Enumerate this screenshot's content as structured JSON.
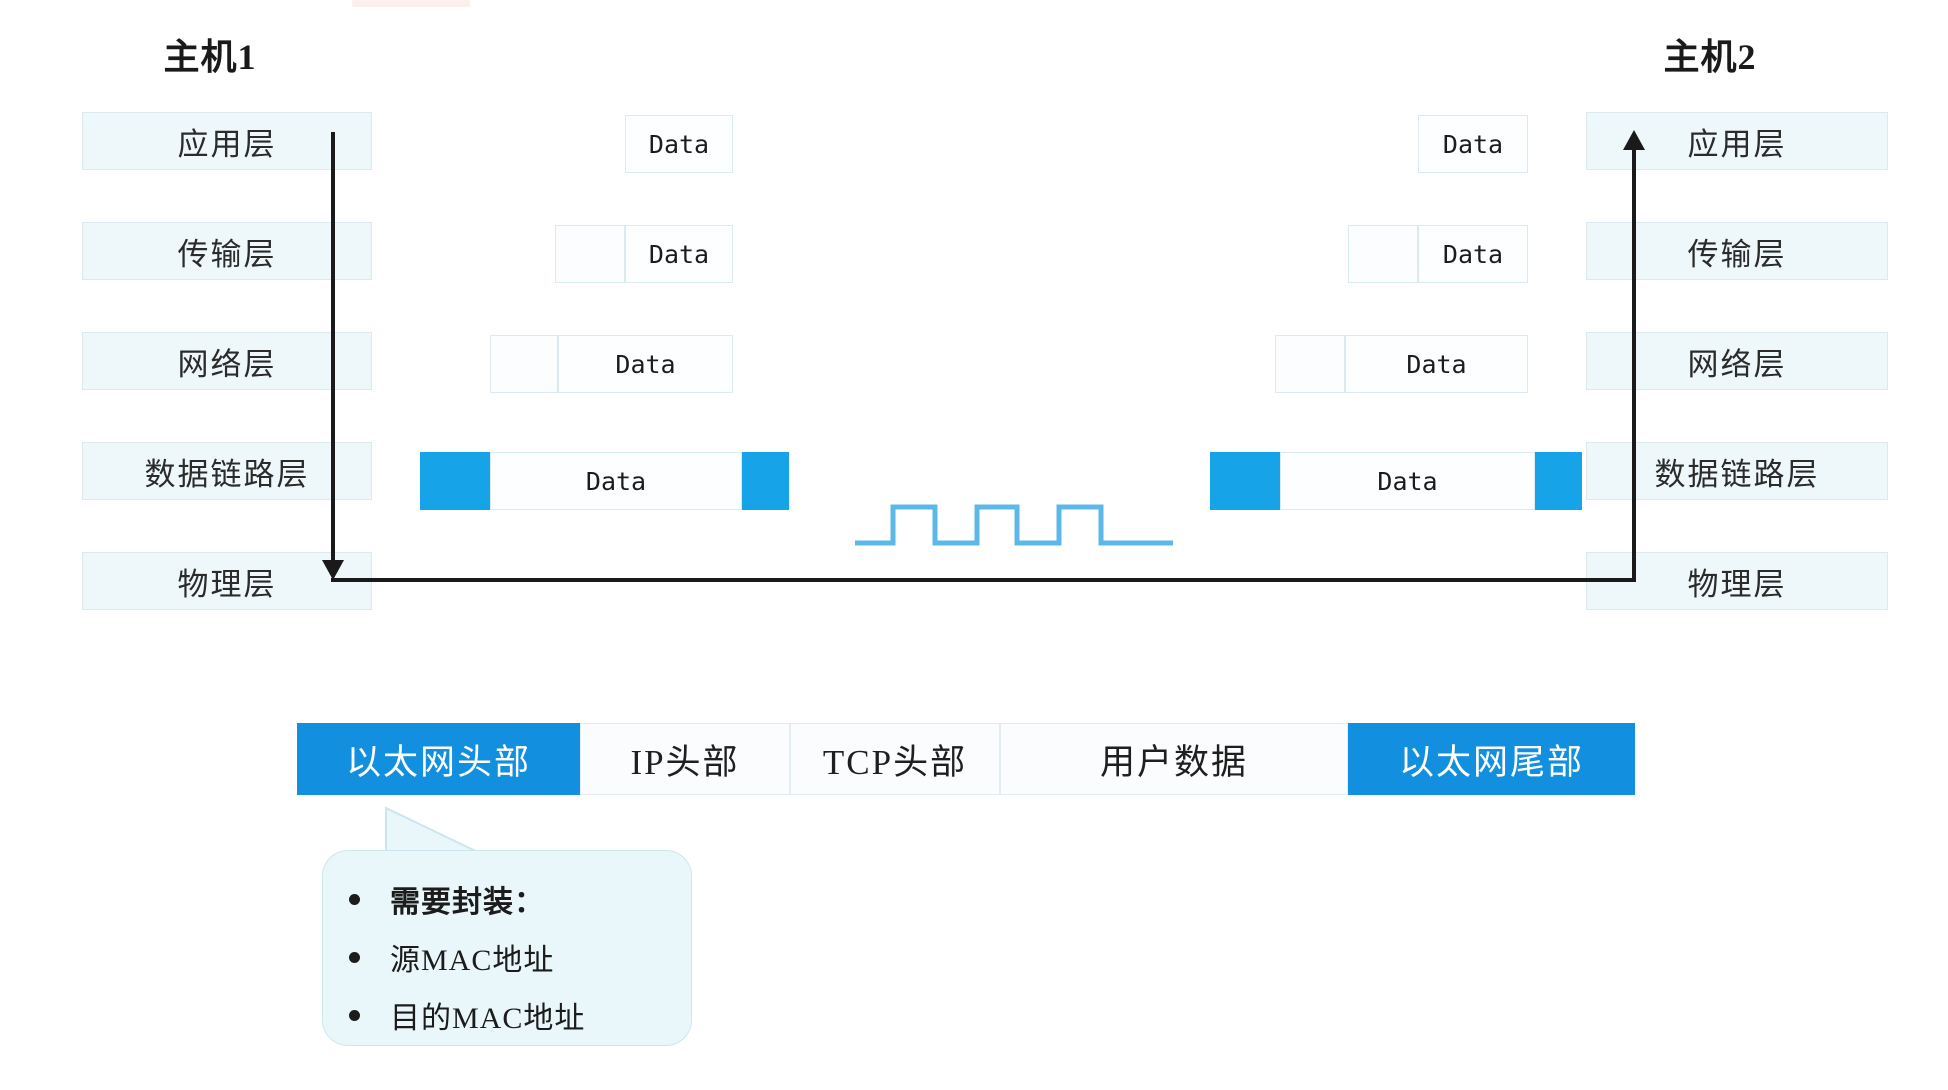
{
  "hosts": {
    "left": {
      "title": "主机1"
    },
    "right": {
      "title": "主机2"
    }
  },
  "layers": [
    {
      "id": "application",
      "label": "应用层"
    },
    {
      "id": "transport",
      "label": "传输层"
    },
    {
      "id": "network",
      "label": "网络层"
    },
    {
      "id": "datalink",
      "label": "数据链路层"
    },
    {
      "id": "physical",
      "label": "物理层"
    }
  ],
  "pdu": {
    "data_label": "Data",
    "accent_color": "#17a3e8",
    "rows": [
      {
        "layer": "application",
        "segments": [
          "data"
        ]
      },
      {
        "layer": "transport",
        "segments": [
          "header",
          "data"
        ]
      },
      {
        "layer": "network",
        "segments": [
          "header",
          "data"
        ]
      },
      {
        "layer": "datalink",
        "segments": [
          "trailer-blue",
          "data",
          "trailer-blue"
        ]
      }
    ]
  },
  "signal": {
    "name": "digital-square-wave",
    "color": "#5bb8e8",
    "pulses": 3
  },
  "frame": {
    "cells": [
      {
        "label": "以太网头部",
        "accent": true
      },
      {
        "label": "IP头部",
        "accent": false
      },
      {
        "label": "TCP头部",
        "accent": false
      },
      {
        "label": "用户数据",
        "accent": false
      },
      {
        "label": "以太网尾部",
        "accent": true
      }
    ]
  },
  "callout": {
    "items": [
      {
        "text": "需要封装：",
        "bold": true
      },
      {
        "text": "源MAC地址",
        "bold": false
      },
      {
        "text": "目的MAC地址",
        "bold": false
      }
    ]
  },
  "colors": {
    "layer_fill": "#eef8fb",
    "layer_border": "#dce9ef",
    "accent_blue": "#17a3e8",
    "frame_accent": "#138fe0",
    "callout_fill": "#eaf7fa",
    "arrow": "#1a1a1a"
  }
}
